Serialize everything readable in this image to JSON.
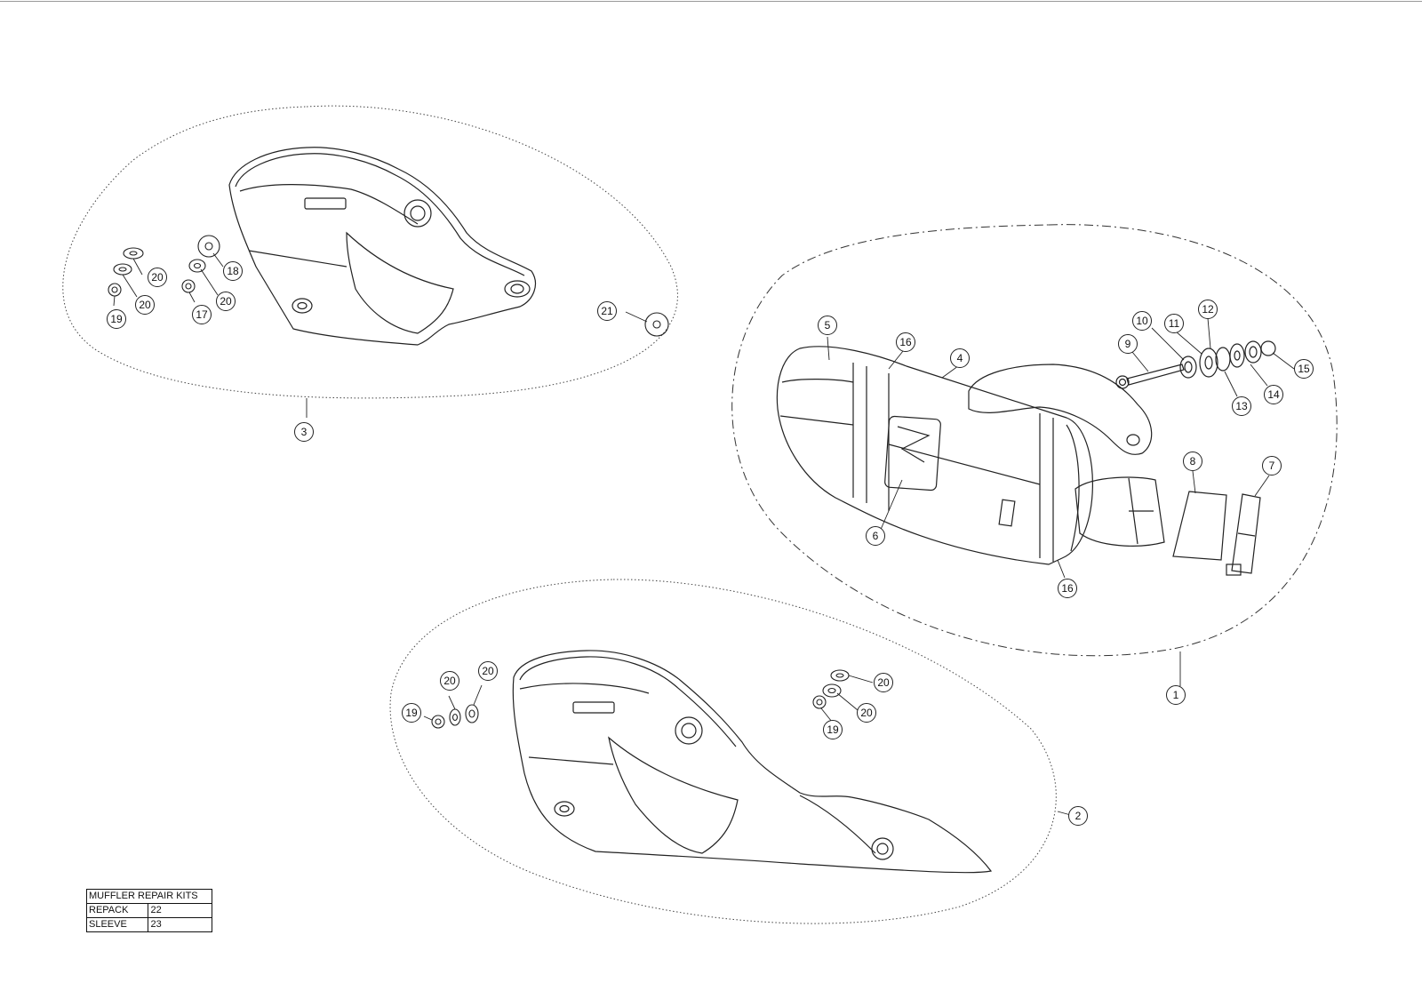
{
  "callouts": {
    "c1": "1",
    "c2": "2",
    "c3": "3",
    "c4": "4",
    "c5": "5",
    "c6": "6",
    "c7": "7",
    "c8": "8",
    "c9": "9",
    "c10": "10",
    "c11": "11",
    "c12": "12",
    "c13": "13",
    "c14": "14",
    "c15": "15",
    "c16a": "16",
    "c16b": "16",
    "c17": "17",
    "c18": "18",
    "c19a": "19",
    "c19b": "19",
    "c19c": "19",
    "c20a": "20",
    "c20b": "20",
    "c20c": "20",
    "c20d": "20",
    "c20e": "20",
    "c20f": "20",
    "c20g": "20",
    "c21": "21"
  },
  "repair_kits": {
    "title": "MUFFLER REPAIR KITS",
    "rows": [
      {
        "name": "REPACK",
        "number": "22"
      },
      {
        "name": "SLEEVE",
        "number": "23"
      }
    ]
  }
}
